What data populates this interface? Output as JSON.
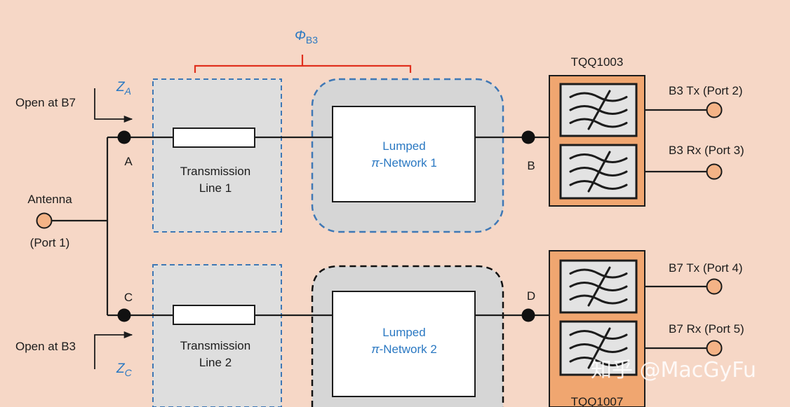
{
  "phi_label": {
    "symbol": "Φ",
    "subscript": "B3"
  },
  "za_label": {
    "symbol": "Z",
    "subscript": "A"
  },
  "zc_label": {
    "symbol": "Z",
    "subscript": "C"
  },
  "open_b7": "Open at B7",
  "open_b3": "Open at B3",
  "antenna": {
    "line1": "Antenna",
    "line2": "(Port 1)"
  },
  "nodes": {
    "a": "A",
    "b": "B",
    "c": "C",
    "d": "D"
  },
  "tline1": {
    "line1": "Transmission",
    "line2": "Line 1"
  },
  "tline2": {
    "line1": "Transmission",
    "line2": "Line 2"
  },
  "pinet1": {
    "line1": "Lumped",
    "pi": "π",
    "line2": "-Network 1"
  },
  "pinet2": {
    "line1": "Lumped",
    "pi": "π",
    "line2": "-Network 2"
  },
  "duplexer_top": "TQQ1003",
  "duplexer_bottom": "TQQ1007",
  "ports": {
    "b3_tx": "B3 Tx (Port 2)",
    "b3_rx": "B3 Rx (Port 3)",
    "b7_tx": "B7 Tx (Port 4)",
    "b7_rx": "B7 Rx (Port 5)"
  },
  "watermark": "知乎 @MacGyFu",
  "colors": {
    "background": "#f6d7c6",
    "accent_blue": "#2a78c2",
    "brace_red": "#e0301e",
    "duplexer_orange": "#f0a670",
    "port_orange": "#f4b386",
    "gray_box": "#dedede"
  }
}
